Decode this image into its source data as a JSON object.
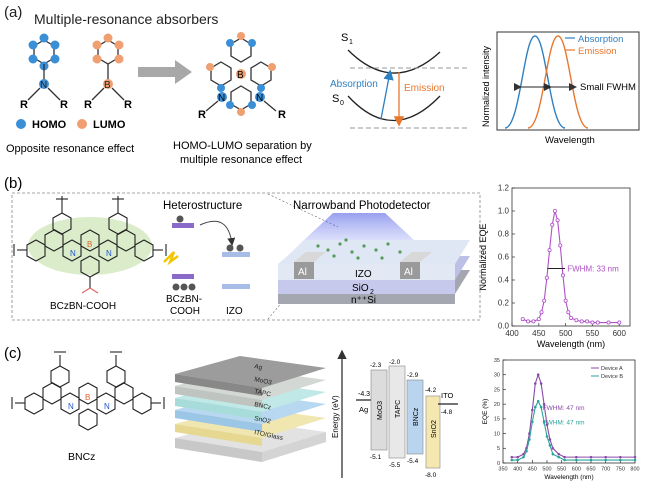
{
  "panel_a": {
    "label": "(a)",
    "title": "Multiple-resonance absorbers",
    "legend_homo": "HOMO",
    "legend_lumo": "LUMO",
    "mol_n_atom": "N",
    "mol_b_atom": "B",
    "mol_r": "R",
    "left_caption": "Opposite resonance effect",
    "right_caption_line1": "HOMO-LUMO separation by",
    "right_caption_line2": "multiple resonance effect",
    "energy": {
      "s1": "S",
      "s1_sub": "1",
      "s0": "S",
      "s0_sub": "0",
      "absorption": "Absorption",
      "emission": "Emission"
    },
    "spectrum": {
      "ylabel": "Normalized intensity",
      "xlabel": "Wavelength",
      "legend_abs": "Absorption",
      "legend_em": "Emission",
      "fwhm_label": "Small FWHM"
    }
  },
  "panel_b": {
    "label": "(b)",
    "molecule_name": "BCzBN-COOH",
    "heterostructure_title": "Heterostructure",
    "hetero_left_label_1": "BCzBN-",
    "hetero_left_label_2": "COOH",
    "hetero_right_label": "IZO",
    "device_title": "Narrowband Photodetector",
    "layers": {
      "al_left": "Al",
      "al_right": "Al",
      "izo": "IZO",
      "sio2": "SiO",
      "sio2_sub": "2",
      "si": "n⁺⁺Si"
    }
  },
  "panel_c": {
    "label": "(c)",
    "molecule_name": "BNCz",
    "stack_layers": [
      "Ag",
      "MoO3",
      "TAPC",
      "BNCz",
      "SnO2",
      "ITO/Glass"
    ],
    "energy_axis_label": "Energy (eV)",
    "energy_levels": {
      "ag": "-4.3",
      "ag_name": "Ag",
      "moo3_top": "-2.3",
      "moo3_bottom": "-5.1",
      "moo3_name": "MoO3",
      "tapc_top": "-2.0",
      "tapc_bottom": "-5.5",
      "tapc_name": "TAPC",
      "bncz_top": "-2.9",
      "bncz_bottom": "-5.4",
      "bncz_name": "BNCz",
      "sno2_top": "-4.2",
      "sno2_bottom": "-8.0",
      "sno2_name": "SnO2",
      "ito": "-4.8",
      "ito_name": "ITO"
    }
  },
  "colors": {
    "homo": "#3a8fd6",
    "lumo": "#f0a070",
    "absorption": "#2f7fc1",
    "emission": "#e8772e",
    "eqe_b": "#b050c8",
    "device_a": "#8a4aa8",
    "device_b": "#2aa39a"
  },
  "chart_data": [
    {
      "type": "line",
      "panel": "b",
      "xlabel": "Wavelength (nm)",
      "ylabel": "Normalized EQE",
      "xlim": [
        400,
        620
      ],
      "ylim": [
        0.0,
        1.2
      ],
      "xticks": [
        400,
        450,
        500,
        550,
        600
      ],
      "yticks": [
        0.0,
        0.2,
        0.4,
        0.6,
        0.8,
        1.0,
        1.2
      ],
      "annotation": "FWHM: 33 nm",
      "series": [
        {
          "x": [
            420,
            430,
            440,
            450,
            455,
            460,
            465,
            470,
            475,
            480,
            485,
            490,
            495,
            500,
            505,
            510,
            520,
            530,
            540,
            550,
            560,
            580,
            600
          ],
          "values": [
            0.06,
            0.04,
            0.04,
            0.06,
            0.12,
            0.22,
            0.42,
            0.66,
            0.88,
            1.0,
            0.92,
            0.7,
            0.44,
            0.22,
            0.12,
            0.07,
            0.05,
            0.04,
            0.04,
            0.03,
            0.03,
            0.03,
            0.03
          ]
        }
      ]
    },
    {
      "type": "line",
      "panel": "c",
      "xlabel": "Wavelength (nm)",
      "ylabel": "EQE (%)",
      "xlim": [
        350,
        800
      ],
      "ylim": [
        0,
        35
      ],
      "xticks": [
        350,
        400,
        450,
        500,
        550,
        600,
        650,
        700,
        750,
        800
      ],
      "yticks": [
        0,
        5,
        10,
        15,
        20,
        25,
        30,
        35
      ],
      "legend_position": "top-right",
      "annotations": [
        "FWHM: 47 nm",
        "FWHM: 47 nm"
      ],
      "series": [
        {
          "name": "Device A",
          "x": [
            380,
            400,
            420,
            430,
            440,
            450,
            460,
            470,
            480,
            490,
            500,
            510,
            520,
            540,
            560,
            600,
            650,
            700,
            750,
            800
          ],
          "values": [
            2,
            2,
            3,
            5,
            10,
            18,
            27,
            30,
            27,
            20,
            13,
            8,
            5,
            3,
            2,
            2,
            2,
            2,
            2,
            2
          ]
        },
        {
          "name": "Device B",
          "x": [
            380,
            400,
            420,
            430,
            440,
            450,
            460,
            470,
            480,
            490,
            500,
            510,
            520,
            540,
            560,
            600,
            650,
            700,
            750,
            800
          ],
          "values": [
            1,
            1,
            2,
            4,
            8,
            14,
            19,
            21,
            19,
            14,
            9,
            6,
            3,
            2,
            1,
            1,
            1,
            1,
            1,
            1
          ]
        }
      ]
    }
  ]
}
